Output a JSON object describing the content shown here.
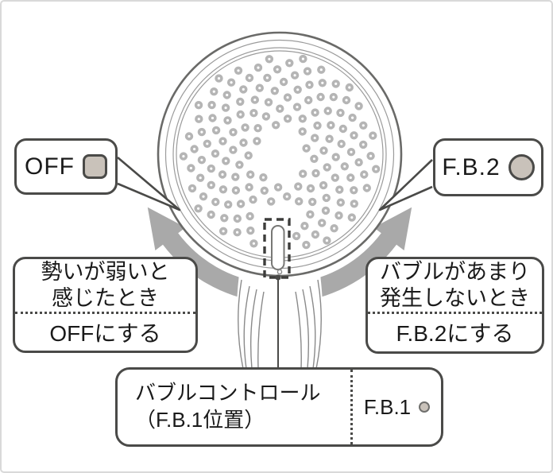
{
  "callouts": {
    "off": {
      "label": "OFF"
    },
    "fb2": {
      "label": "F.B.2"
    }
  },
  "instructions": {
    "left": {
      "condition_line1": "勢いが弱いと",
      "condition_line2": "感じたとき",
      "action": "OFFにする"
    },
    "right": {
      "condition_line1": "バブルがあまり",
      "condition_line2": "発生しないとき",
      "action": "F.B.2にする"
    }
  },
  "bubble_control": {
    "title": "バブルコントロール",
    "position": "（F.B.1位置）",
    "label": "F.B.1"
  },
  "icons": {
    "off_button": "off-selector-square",
    "fb2_button": "fb2-selector-circle",
    "fb1_dot": "fb1-position-dot",
    "left_arrow": "rotate-left-arrow",
    "right_arrow": "rotate-right-arrow"
  },
  "colors": {
    "outline": "#4a4a48",
    "button_fill": "#c9c2ba",
    "arrow": "#a9a9a9",
    "spray_hole": "#b5b5b5",
    "rim_stroke": "#6a6a68",
    "frame": "#d9d9d9"
  }
}
